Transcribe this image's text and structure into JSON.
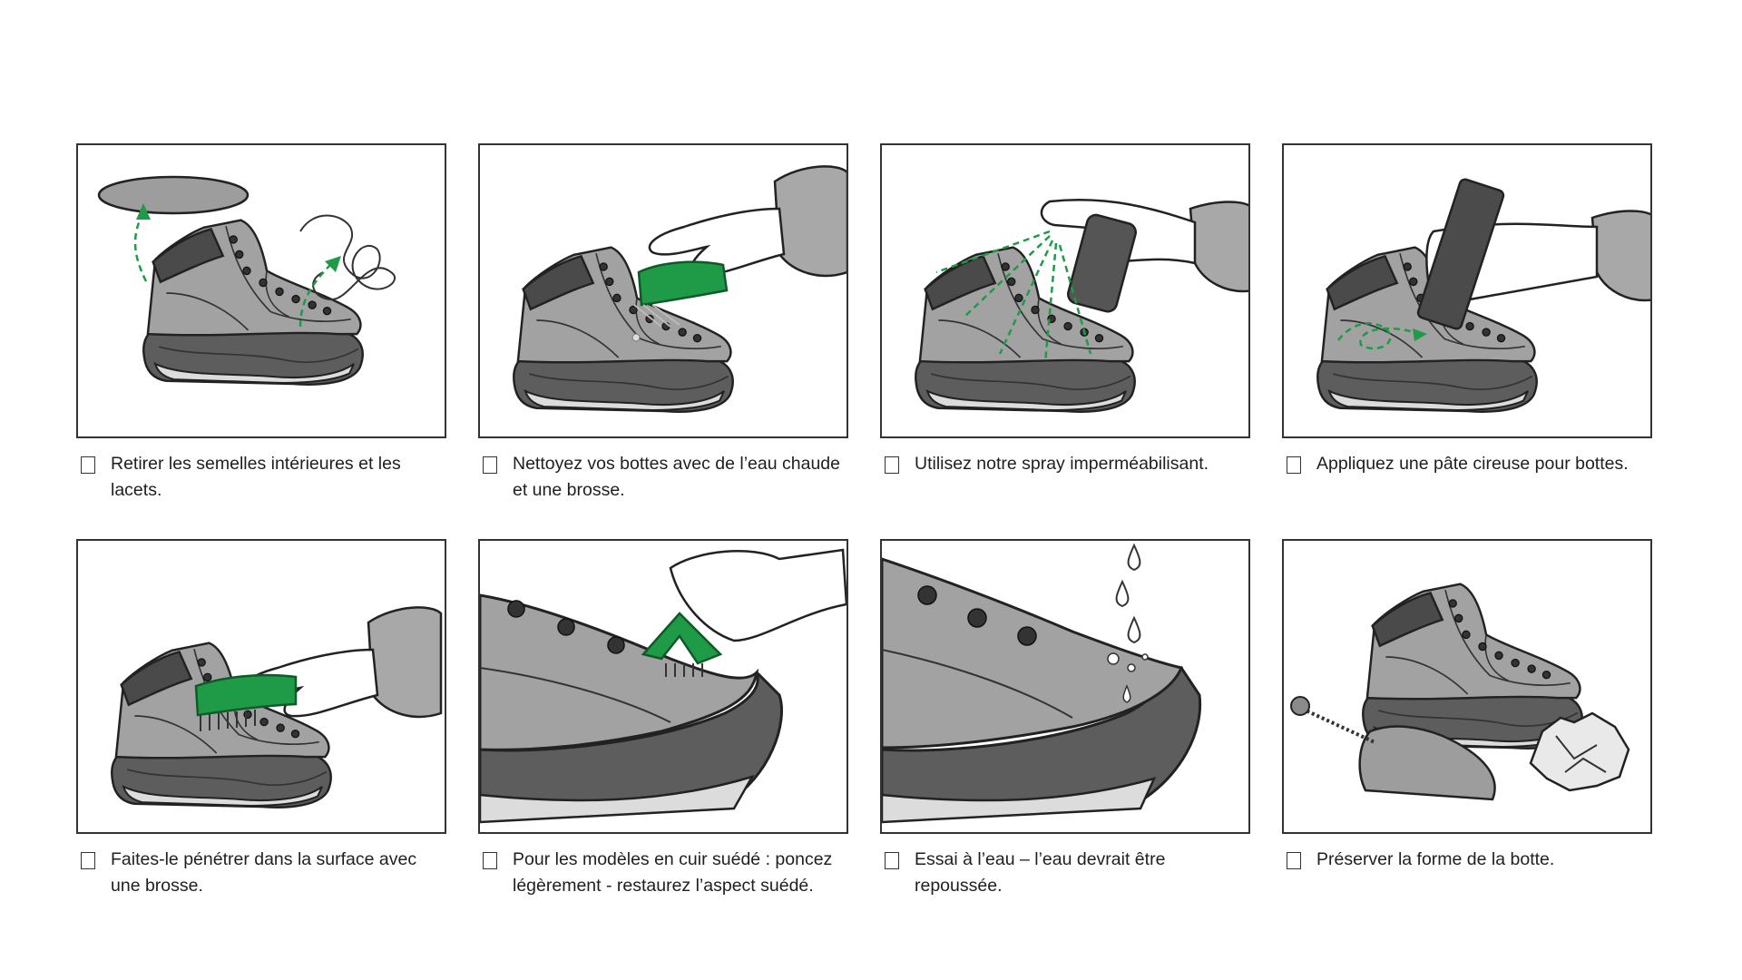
{
  "colors": {
    "accent": "#1f9a47",
    "boot": "#a2a2a2",
    "outline": "#222222"
  },
  "steps": [
    {
      "caption": "Retirer les semelles intérieures et les lacets."
    },
    {
      "caption": "Nettoyez vos bottes avec de l’eau chaude et une brosse."
    },
    {
      "caption": "Utilisez notre spray imperméabilisant."
    },
    {
      "caption": "Appliquez une pâte cireuse pour bottes."
    },
    {
      "caption": "Faites-le pénétrer dans la surface avec une brosse."
    },
    {
      "caption": "Pour les modèles en cuir suédé : poncez légèrement - restaurez l’aspect suédé."
    },
    {
      "caption": "Essai à l’eau – l’eau devrait être repoussée."
    },
    {
      "caption": "Préserver la forme de la botte."
    }
  ]
}
